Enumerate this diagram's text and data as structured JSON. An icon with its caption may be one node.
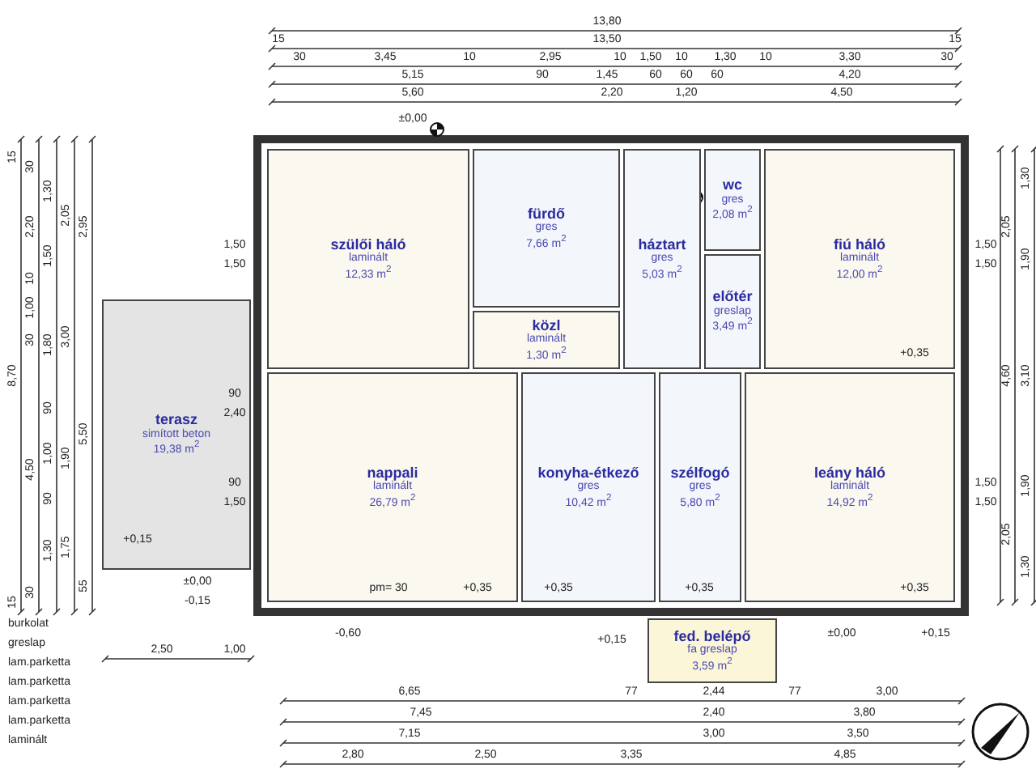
{
  "diagram": {
    "nodes": [
      {
        "text": [
          "szülői háló",
          "laminált",
          "12,33 m$^{2}$"
        ]
      },
      {
        "text": [
          "fürdő",
          "gres",
          "7,66 m$^{2}$"
        ]
      },
      {
        "text": [
          "háztart",
          "gres",
          "5,03 m$^{2}$"
        ]
      },
      {
        "text": [
          "wc",
          "gres",
          "2,08 m$^{2}$"
        ]
      },
      {
        "text": [
          "fiú háló",
          "laminált",
          "12,00 m$^{2}$"
        ]
      },
      {
        "text": [
          "közl",
          "laminált",
          "1,30 m$^{2}$"
        ]
      },
      {
        "text": [
          "előtér",
          "greslap",
          "3,49 m$^{2}$"
        ]
      },
      {
        "text": [
          "terasz",
          "simított beton",
          "19,38 m$^{2}$"
        ]
      },
      {
        "text": [
          "nappali",
          "laminált",
          "26,79 m$^{2}$"
        ]
      },
      {
        "text": [
          "konyha-étkező",
          "gres",
          "10,42 m$^{2}$"
        ]
      },
      {
        "text": [
          "szélfogó",
          "gres",
          "5,80 m$^{2}$"
        ]
      },
      {
        "text": [
          "leány háló",
          "laminált",
          "14,92 m$^{2}$"
        ]
      },
      {
        "text": [
          "fed. belépő",
          "fa greslap",
          "3,59 m$^{2}$"
        ]
      }
    ],
    "labels": [
      "13,80",
      "15",
      "13,50",
      "15",
      "30",
      "3,45",
      "10",
      "2,95",
      "10",
      "1,50",
      "10",
      "1,30",
      "10",
      "3,30",
      "30",
      "5,15",
      "90",
      "1,45",
      "60",
      "60",
      "60",
      "4,20",
      "5,60",
      "2,20",
      "1,20",
      "4,50",
      "±0,00",
      "15",
      "8,70",
      "15",
      "30",
      "2,20",
      "10",
      "1,00",
      "30",
      "4,50",
      "30",
      "1,30",
      "1,50",
      "1,80",
      "90",
      "1,00",
      "90",
      "1,30",
      "2,05",
      "3,00",
      "1,90",
      "1,75",
      "2,95",
      "5,50",
      "55",
      "1,50",
      "1,50",
      "90",
      "2,40",
      "90",
      "1,50",
      "1,50",
      "1,50",
      "1,50",
      "1,50",
      "2,05",
      "4,60",
      "2,05",
      "1,30",
      "1,90",
      "3,10",
      "1,90",
      "1,30",
      "pm= 30",
      "+0,35",
      "+0,35",
      "+0,35",
      "+0,35",
      "+0,35",
      "±0,00",
      "-0,15",
      "+0,15",
      "-0,60",
      "+0,15",
      "±0,00",
      "+0,15",
      "2,50",
      "1,00",
      "6,65",
      "77",
      "2,44",
      "77",
      "3,00",
      "7,45",
      "2,40",
      "3,80",
      "7,15",
      "3,00",
      "3,50",
      "2,80",
      "2,50",
      "3,35",
      "4,85",
      "burkolat",
      "greslap",
      "lam.parketta",
      "lam.parketta",
      "lam.parketta",
      "lam.parketta",
      "laminált"
    ]
  }
}
